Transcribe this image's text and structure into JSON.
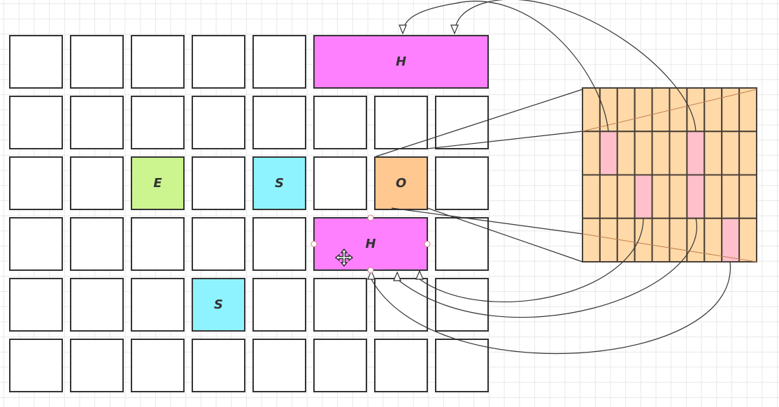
{
  "colors": {
    "H": "#ff80ff",
    "E": "#ccf590",
    "S": "#8ff3ff",
    "O": "#ffc890",
    "bitmap_bg": "#ffd9a8",
    "bitmap_set": "#ffc0cb"
  },
  "cells": [
    {
      "label": "H",
      "row": 0,
      "col": 5,
      "span": 3,
      "color": "H"
    },
    {
      "label": "E",
      "row": 2,
      "col": 2,
      "span": 1,
      "color": "E"
    },
    {
      "label": "S",
      "row": 2,
      "col": 4,
      "span": 1,
      "color": "S"
    },
    {
      "label": "O",
      "row": 2,
      "col": 6,
      "span": 1,
      "color": "O"
    },
    {
      "label": "H",
      "row": 3,
      "col": 5,
      "span": 2,
      "color": "H",
      "selected": true
    },
    {
      "label": "S",
      "row": 4,
      "col": 3,
      "span": 1,
      "color": "S"
    }
  ],
  "bitmap": {
    "rows": 4,
    "cols": 10,
    "set": [
      [
        1,
        1
      ],
      [
        1,
        6
      ],
      [
        2,
        3
      ],
      [
        2,
        6
      ],
      [
        3,
        8
      ]
    ]
  },
  "icons": {
    "cursor": "move-cursor-icon"
  }
}
